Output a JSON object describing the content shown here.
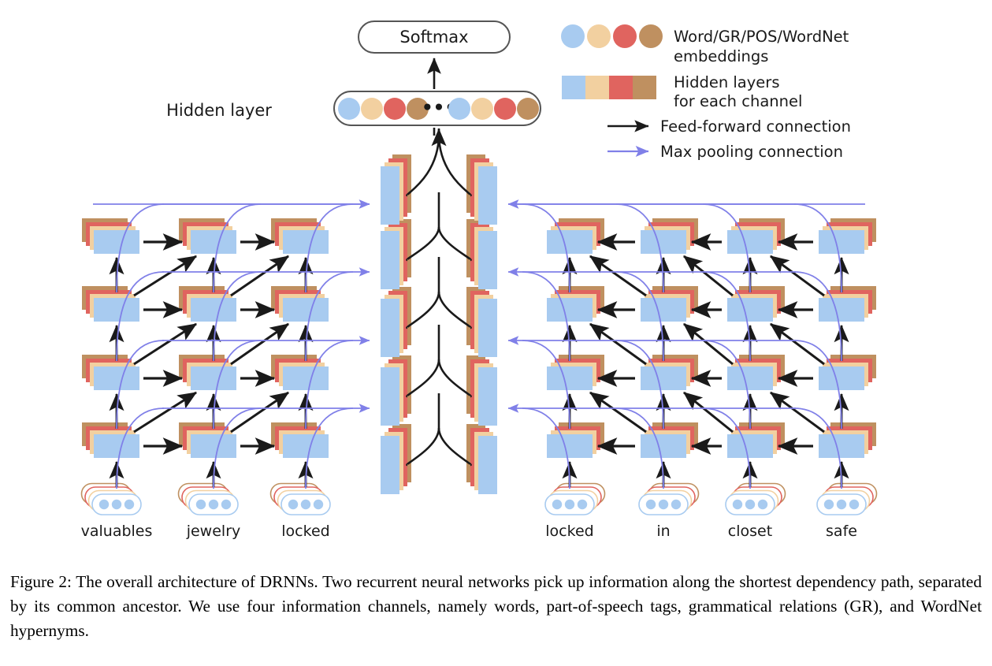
{
  "figure": {
    "softmax_label": "Softmax",
    "hidden_layer_label": "Hidden layer",
    "hidden_layer_ellipsis": "•••"
  },
  "legend": {
    "items": [
      {
        "key": "embeddings",
        "glyph": "circles",
        "label_line1": "Word/GR/POS/WordNet",
        "label_line2": "embeddings"
      },
      {
        "key": "hidden_layers",
        "glyph": "squares",
        "label_line1": "Hidden layers",
        "label_line2": "for each channel"
      },
      {
        "key": "feedforward",
        "glyph": "black-arrow",
        "label_line1": "Feed-forward connection",
        "label_line2": ""
      },
      {
        "key": "maxpool",
        "glyph": "purple-arrow",
        "label_line1": "Max pooling connection",
        "label_line2": ""
      }
    ]
  },
  "channels": {
    "names": [
      "Word",
      "GR",
      "POS",
      "WordNet"
    ],
    "colors": [
      "#a8cbf0",
      "#f2d0a0",
      "#e0645f",
      "#bf9060"
    ]
  },
  "colors": {
    "blue": "#a8cbf0",
    "tan": "#f2d0a0",
    "red": "#e0645f",
    "brown": "#bf9060",
    "arrow_black": "#1a1a1a",
    "arrow_purple": "#8080e8",
    "outline": "#555555",
    "node_outline": "#a8cbf0"
  },
  "left_branch": {
    "words": [
      "valuables",
      "jewelry",
      "locked"
    ],
    "rows": 4
  },
  "right_branch": {
    "words": [
      "locked",
      "in",
      "closet",
      "safe"
    ],
    "rows": 4
  },
  "center": {
    "levels": 5
  },
  "caption": {
    "text": "Figure 2: The overall architecture of DRNNs. Two recurrent neural networks pick up information along the shortest dependency path, separated by its common ancestor. We use four information channels, namely words, part-of-speech tags, grammatical relations (GR), and WordNet hypernyms."
  }
}
